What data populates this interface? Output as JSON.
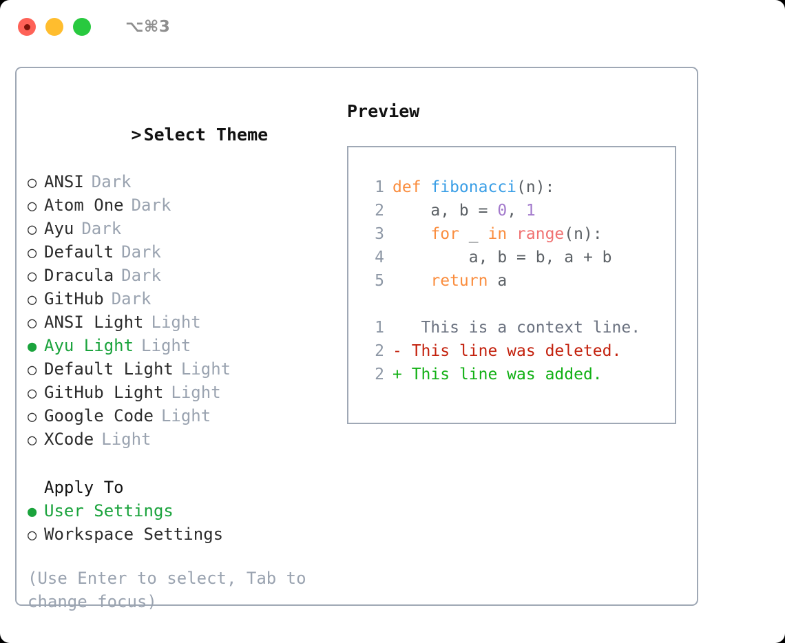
{
  "titlebar": {
    "shortcut": "⌥⌘3",
    "buttons": [
      {
        "name": "close",
        "label": "Close"
      },
      {
        "name": "minimize",
        "label": "Minimize"
      },
      {
        "name": "zoom",
        "label": "Zoom"
      }
    ]
  },
  "theme_picker": {
    "caret": ">",
    "heading": "Select Theme",
    "bullet_unselected": "○",
    "bullet_selected": "●",
    "items": [
      {
        "label": "ANSI",
        "tag": "Dark",
        "selected": false
      },
      {
        "label": "Atom One",
        "tag": "Dark",
        "selected": false
      },
      {
        "label": "Ayu",
        "tag": "Dark",
        "selected": false
      },
      {
        "label": "Default",
        "tag": "Dark",
        "selected": false
      },
      {
        "label": "Dracula",
        "tag": "Dark",
        "selected": false
      },
      {
        "label": "GitHub",
        "tag": "Dark",
        "selected": false
      },
      {
        "label": "ANSI Light",
        "tag": "Light",
        "selected": false
      },
      {
        "label": "Ayu Light",
        "tag": "Light",
        "selected": true
      },
      {
        "label": "Default Light",
        "tag": "Light",
        "selected": false
      },
      {
        "label": "GitHub Light",
        "tag": "Light",
        "selected": false
      },
      {
        "label": "Google Code",
        "tag": "Light",
        "selected": false
      },
      {
        "label": "XCode",
        "tag": "Light",
        "selected": false
      }
    ]
  },
  "apply_to": {
    "heading": "Apply To",
    "items": [
      {
        "label": "User Settings",
        "selected": true
      },
      {
        "label": "Workspace Settings",
        "selected": false
      }
    ]
  },
  "hint": "(Use Enter to select, Tab to change focus)",
  "preview": {
    "heading": "Preview",
    "code_lines": [
      {
        "num": "1",
        "tokens": [
          {
            "t": "def ",
            "c": "kw"
          },
          {
            "t": "fibonacci",
            "c": "fn"
          },
          {
            "t": "(n):",
            "c": "pl"
          }
        ]
      },
      {
        "num": "2",
        "tokens": [
          {
            "t": "    a, b = ",
            "c": "pl"
          },
          {
            "t": "0",
            "c": "num"
          },
          {
            "t": ", ",
            "c": "pl"
          },
          {
            "t": "1",
            "c": "num"
          }
        ]
      },
      {
        "num": "3",
        "tokens": [
          {
            "t": "    ",
            "c": "pl"
          },
          {
            "t": "for",
            "c": "kw"
          },
          {
            "t": " _ ",
            "c": "pl"
          },
          {
            "t": "in",
            "c": "kw"
          },
          {
            "t": " ",
            "c": "pl"
          },
          {
            "t": "range",
            "c": "bi"
          },
          {
            "t": "(n):",
            "c": "pl"
          }
        ]
      },
      {
        "num": "4",
        "tokens": [
          {
            "t": "        a, b = b, a + b",
            "c": "pl"
          }
        ]
      },
      {
        "num": "5",
        "tokens": [
          {
            "t": "    ",
            "c": "pl"
          },
          {
            "t": "return",
            "c": "kw"
          },
          {
            "t": " a",
            "c": "pl"
          }
        ]
      }
    ],
    "diff_lines": [
      {
        "num": "1",
        "marker": " ",
        "text": "  This is a context line.",
        "kind": "ctx"
      },
      {
        "num": "2",
        "marker": "-",
        "text": " This line was deleted.",
        "kind": "del"
      },
      {
        "num": "2",
        "marker": "+",
        "text": " This line was added.",
        "kind": "add"
      }
    ]
  },
  "colors": {
    "accent_green": "#1aa33c",
    "muted": "#9aa3b0",
    "border": "#9fa8b5",
    "keyword": "#fa8d3e",
    "function": "#399ee6",
    "number": "#a37acc",
    "builtin": "#f07171",
    "diff_deleted": "#c3210d",
    "diff_added": "#11b014"
  }
}
